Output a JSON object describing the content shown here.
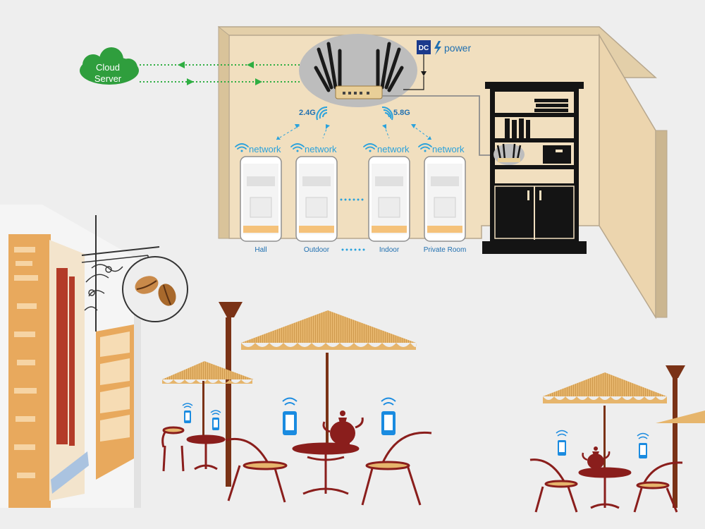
{
  "cloud": {
    "line1": "Cloud",
    "line2": "Server"
  },
  "router": {
    "dc_label": "DC",
    "power_label": "power",
    "band_left": "2.4G",
    "band_right": "5.8G"
  },
  "devices": [
    {
      "network": "network",
      "location": "Hall"
    },
    {
      "network": "network",
      "location": "Outdoor"
    },
    {
      "network": "network",
      "location": "Indoor"
    },
    {
      "network": "network",
      "location": "Private Room"
    }
  ],
  "colors": {
    "wall": "#f1dfbf",
    "wall_side": "#ebd3aa",
    "wall_edge": "#b7a78d",
    "cloud": "#2f9e3d",
    "link_dots": "#2fae42",
    "wifi": "#2aa2dc",
    "label_blue": "#1f6fb0",
    "router_halo": "#bdbdbd",
    "umbrella": "#e4b066",
    "umbrella_trim": "#8a3d16",
    "furniture": "#8a1e1c",
    "shelf": "#141414",
    "phone_wifi": "#1a8be0"
  },
  "icons": [
    "cloud-icon",
    "router-icon",
    "power-bolt-icon",
    "wifi-icon",
    "phone-icon",
    "coffee-beans-icon",
    "teapot-icon",
    "umbrella-icon",
    "bookshelf-icon"
  ]
}
